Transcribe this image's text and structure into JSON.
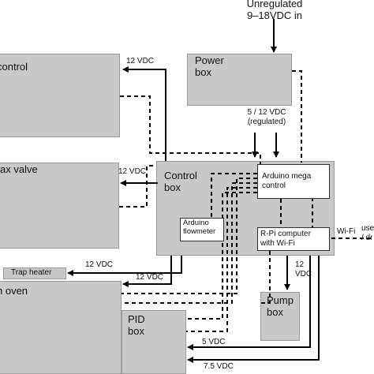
{
  "supply": {
    "line1": "Unregulated",
    "line2": "9–18VDC in"
  },
  "boxes": {
    "control": "control",
    "power_box_line1": "Power",
    "power_box_line2": "box",
    "max_valve": "ax valve",
    "control_box_line1": "Control",
    "control_box_line2": "box",
    "arduino_mega_line1": "Arduino mega",
    "arduino_mega_line2": "control",
    "arduino_flow_line1": "Arduino",
    "arduino_flow_line2": "flowmeter",
    "rpi_line1": "R-Pi computer",
    "rpi_line2": "with Wi-Fi",
    "trap_heater": "Trap heater",
    "oven": "n oven",
    "pid_line1": "PID",
    "pid_line2": "box",
    "pump_line1": "Pump",
    "pump_line2": "box"
  },
  "labels": {
    "v12_control": "12 VDC",
    "regulated_line1": "5 / 12 VDC",
    "regulated_line2": "(regulated)",
    "v12_valve": "12 VDC",
    "wifi": "Wi-Fi",
    "user_line1": "use",
    "user_line2": "/ dr",
    "v12_trap": "12 VDC",
    "v12_oven": "12 VDC",
    "v12_pump_line1": "12",
    "v12_pump_line2": "VDC",
    "v5_pid": "5 VDC",
    "v75_pid": "7.5 VDC"
  },
  "colors": {
    "box_fill": "#c8c8c8",
    "line": "#000000"
  }
}
